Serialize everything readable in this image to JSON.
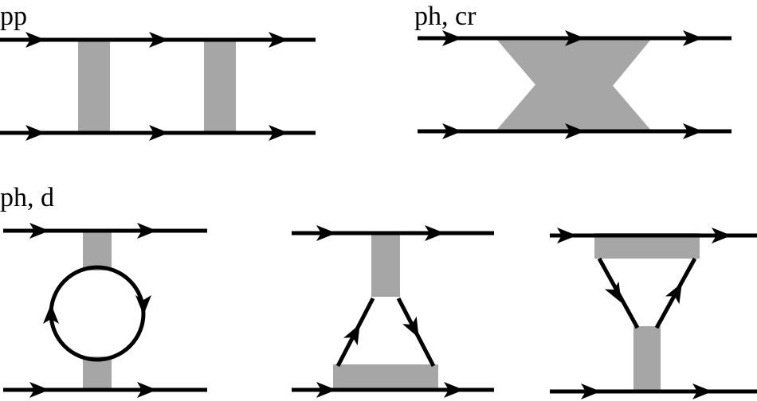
{
  "labels": {
    "pp": "pp",
    "ph_cr": "ph, cr",
    "ph_d": "ph, d"
  },
  "colors": {
    "line": "#000000",
    "interaction": "#a6a6a6",
    "background": "#ffffff"
  }
}
